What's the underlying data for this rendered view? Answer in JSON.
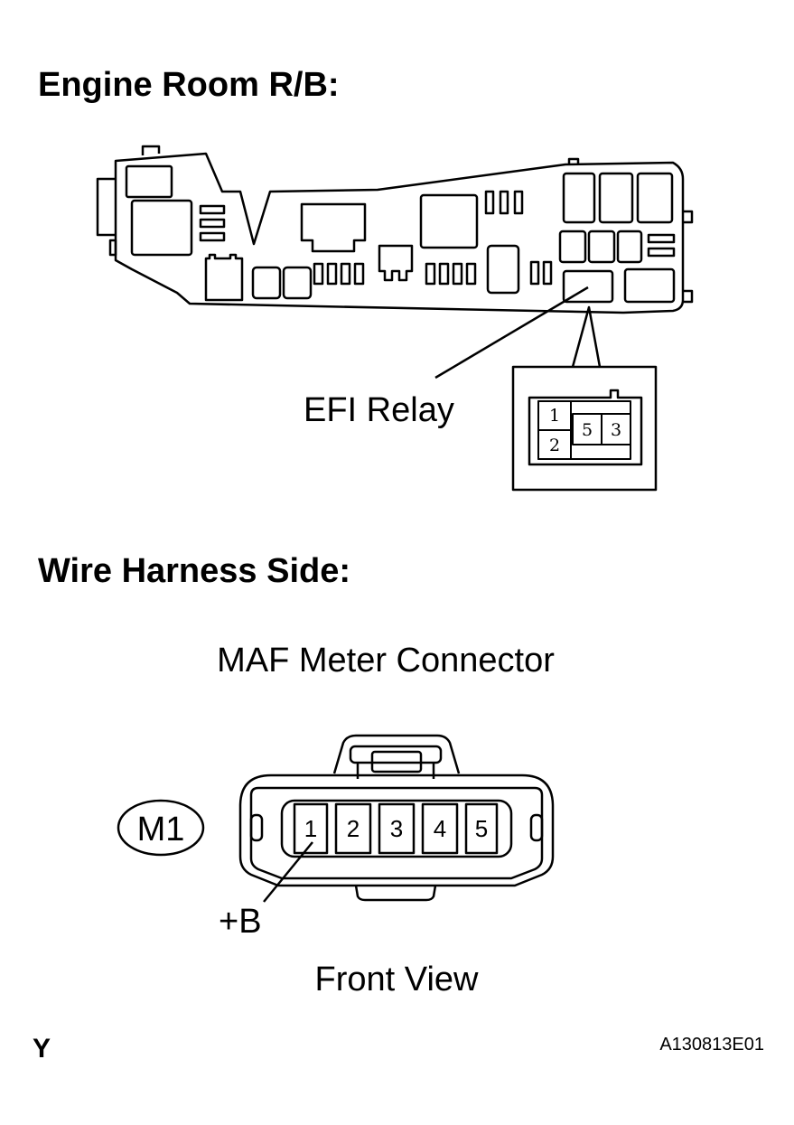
{
  "headings": {
    "relay_block": "Engine Room R/B:",
    "harness": "Wire Harness Side:"
  },
  "relay_block": {
    "callout_label": "EFI Relay",
    "relay_pins": [
      "1",
      "2",
      "5",
      "3"
    ]
  },
  "maf_connector": {
    "title": "MAF Meter Connector",
    "code": "M1",
    "pins": [
      "1",
      "2",
      "3",
      "4",
      "5"
    ],
    "terminal_label": "+B",
    "view_label": "Front View"
  },
  "footer": {
    "letter": "Y",
    "figure_id": "A130813E01"
  }
}
